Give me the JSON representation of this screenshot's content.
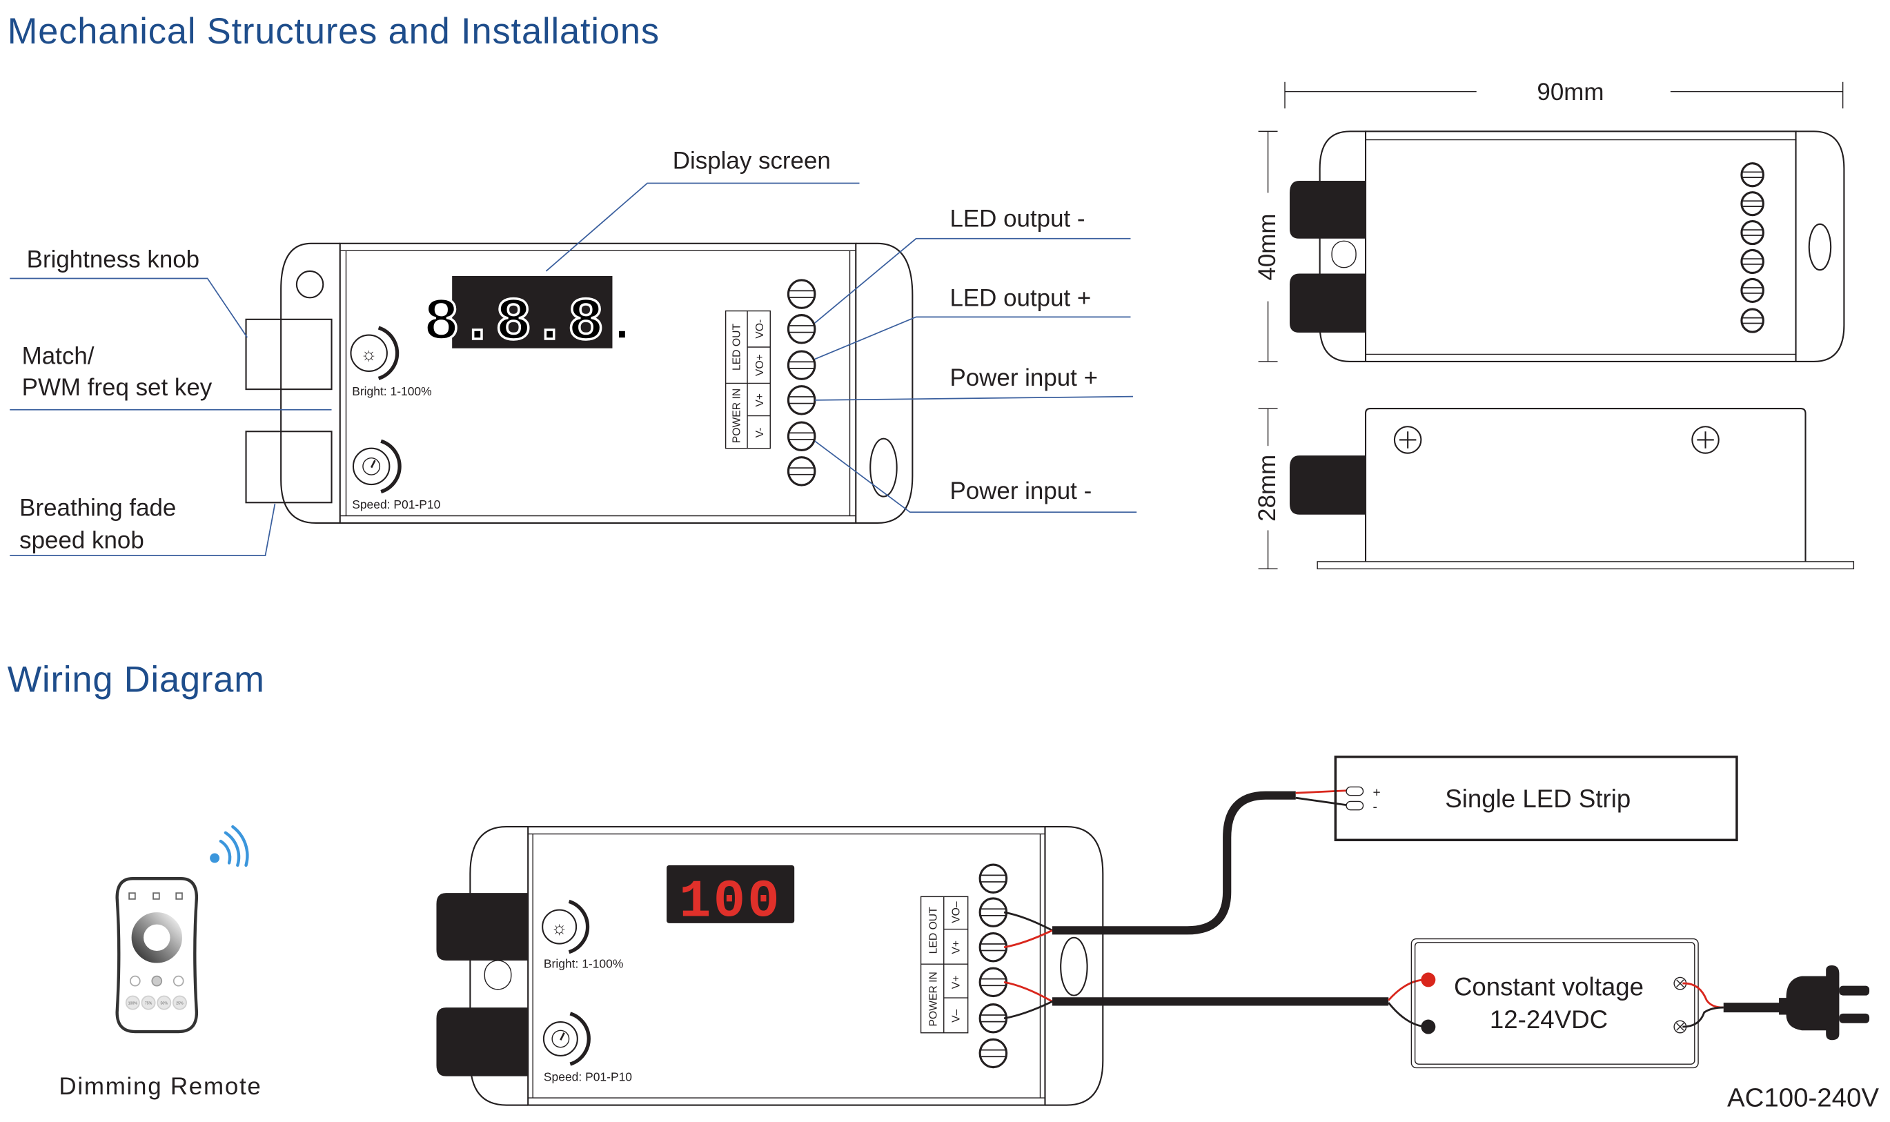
{
  "sections": {
    "mechanical_title": "Mechanical Structures and Installations",
    "wiring_title": "Wiring Diagram"
  },
  "callouts": {
    "display_screen": "Display screen",
    "brightness_knob": "Brightness knob",
    "match_key_line1": "Match/",
    "match_key_line2": "PWM freq set key",
    "breathing_line1": "Breathing fade",
    "breathing_line2": "speed knob",
    "led_output_minus": "LED output -",
    "led_output_plus": "LED output +",
    "power_input_plus": "Power input +",
    "power_input_minus": "Power input -"
  },
  "device": {
    "display_idle": "8.8.8.",
    "display_wiring": "100",
    "bright_label": "Bright: 1-100%",
    "speed_label": "Speed: P01-P10",
    "led_out": "LED OUT",
    "power_in": "POWER IN",
    "terminals_top": [
      "VO-",
      "VO+",
      "V+",
      "V-"
    ],
    "terminals_wiring": [
      "VO–",
      "V+",
      "V+",
      "V–"
    ]
  },
  "dimensions": {
    "width": "90mm",
    "depth": "40mm",
    "height": "28mm"
  },
  "wiring": {
    "led_strip": "Single LED Strip",
    "strip_plus": "+",
    "strip_minus": "-",
    "psu_line1": "Constant voltage",
    "psu_line2": "12-24VDC",
    "mains": "AC100-240V",
    "remote_label": "Dimming Remote",
    "remote_buttons": [
      "100%",
      "75%",
      "50%",
      "25%"
    ]
  },
  "colors": {
    "title": "#1e4d8b",
    "callout_line": "#3a5f9e",
    "wire_red": "#d9261c",
    "wire_black": "#231f20",
    "signal": "#3b96dc",
    "display_segment_on": "#e0302a"
  }
}
